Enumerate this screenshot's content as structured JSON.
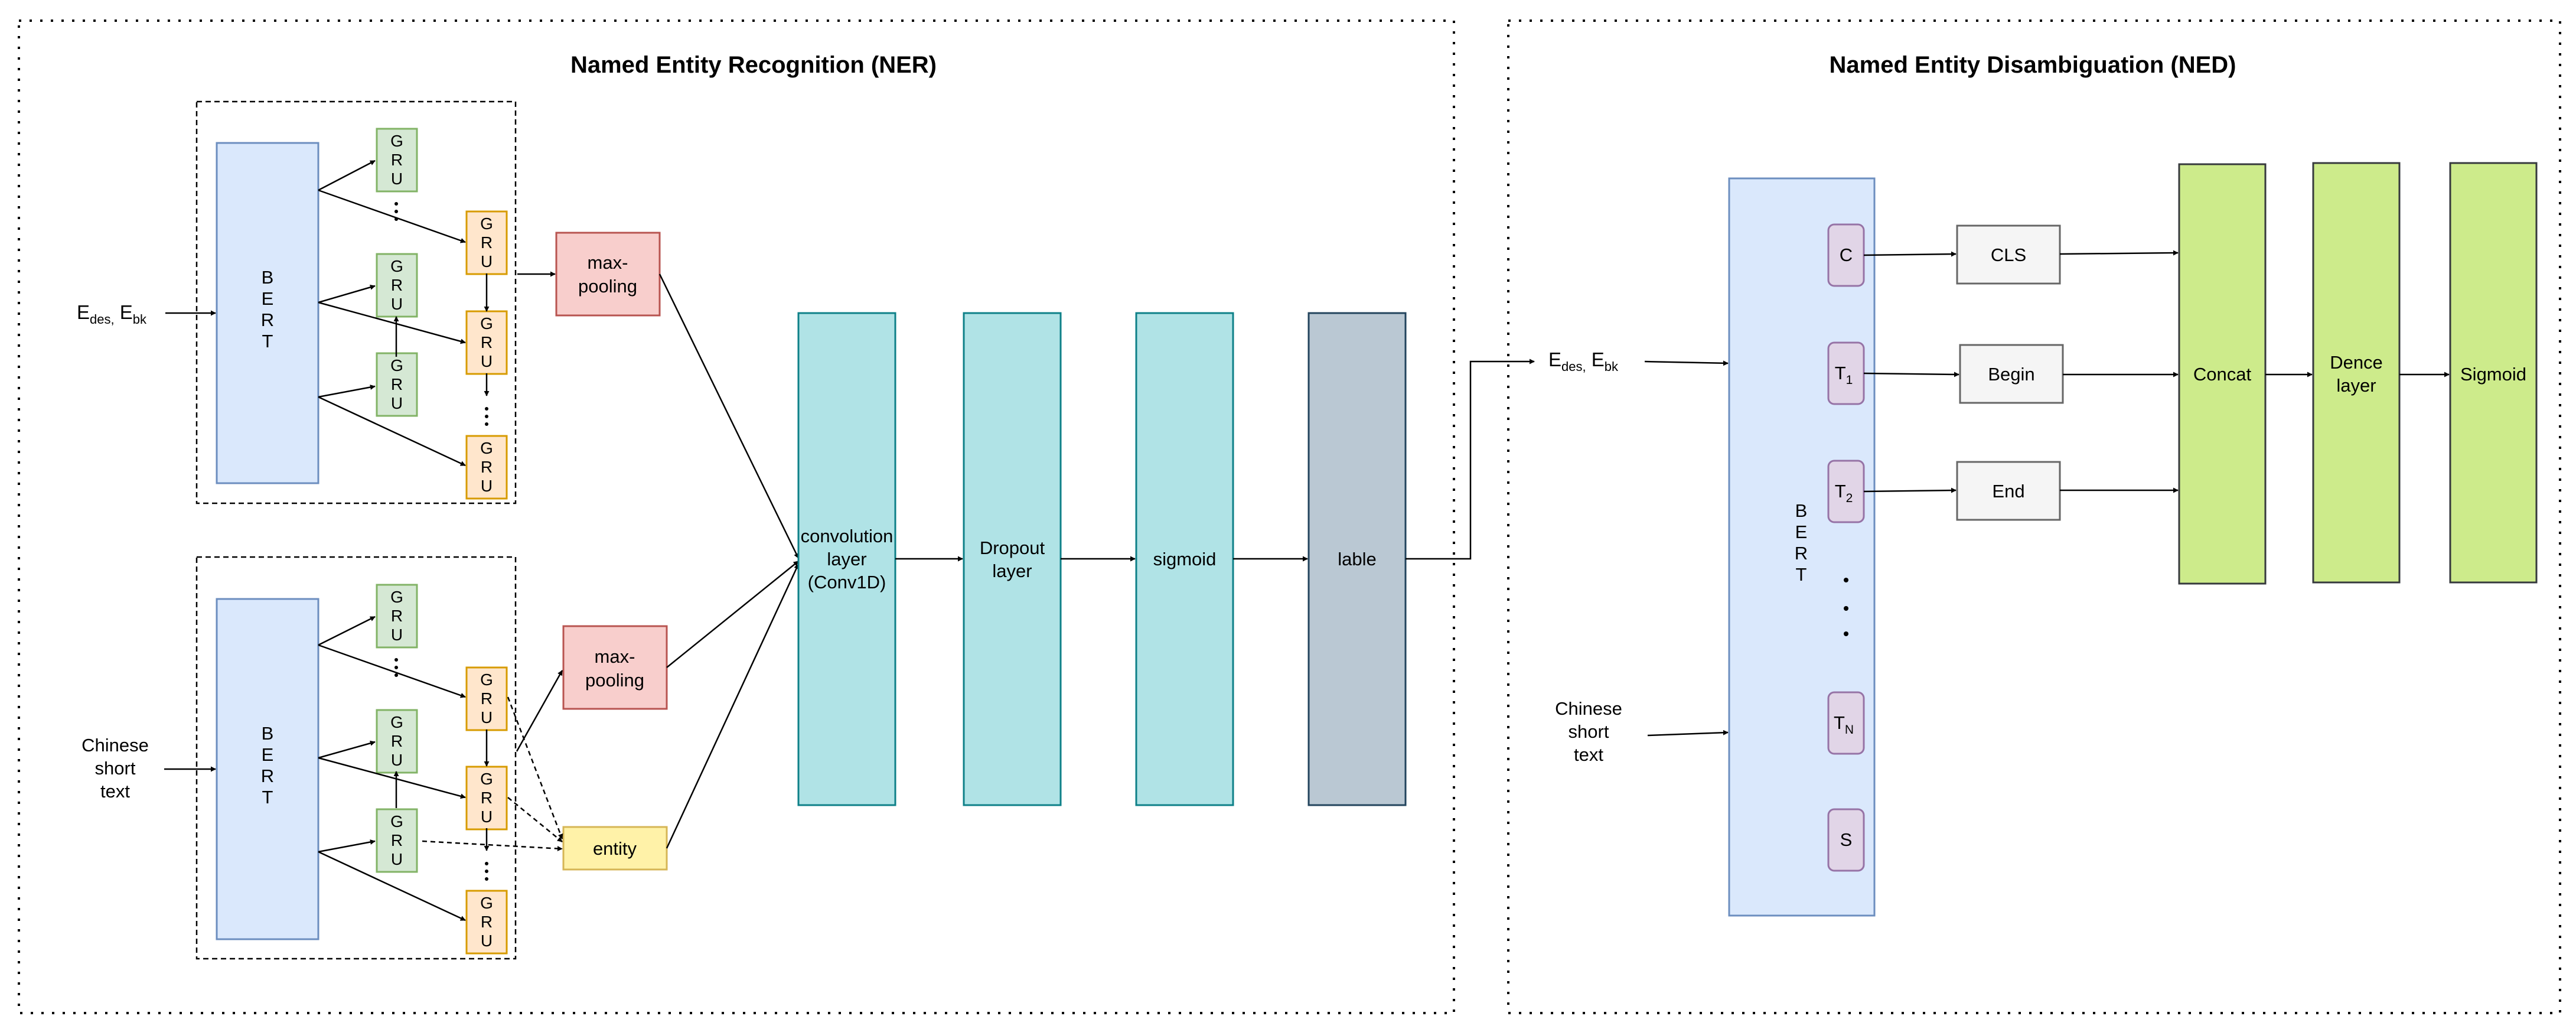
{
  "ner": {
    "title": "Named Entity Recognition (NER)",
    "top_input": {
      "main": "E",
      "sub1": "des,",
      "main2": " E",
      "sub2": "bk"
    },
    "bottom_input": [
      "Chinese",
      "short",
      "text"
    ],
    "bert_letters": [
      "B",
      "E",
      "R",
      "T"
    ],
    "gru_letters": [
      "G",
      "R",
      "U"
    ],
    "maxpool": [
      "max-",
      "pooling"
    ],
    "entity": "entity",
    "conv": [
      "convolution",
      "layer",
      "(Conv1D)"
    ],
    "dropout": [
      "Dropout",
      "layer"
    ],
    "sigmoid": "sigmoid",
    "label": "lable"
  },
  "ned": {
    "title": "Named Entity Disambiguation (NED)",
    "top_input": {
      "main": "E",
      "sub1": "des,",
      "main2": " E",
      "sub2": "bk"
    },
    "bottom_input": [
      "Chinese",
      "short",
      "text"
    ],
    "bert_letters": [
      "B",
      "E",
      "R",
      "T"
    ],
    "tokens": [
      {
        "main": "C",
        "sub": ""
      },
      {
        "main": "T",
        "sub": "1"
      },
      {
        "main": "T",
        "sub": "2"
      },
      {
        "main": "T",
        "sub": "N"
      },
      {
        "main": "S",
        "sub": ""
      }
    ],
    "cls": "CLS",
    "begin": "Begin",
    "end": "End",
    "concat": "Concat",
    "dense": [
      "Dence",
      "layer"
    ],
    "sigmoid": "Sigmoid"
  },
  "colors": {
    "bert_fill": "#dae8fc",
    "bert_stroke": "#6c8ebf",
    "gru_green_fill": "#d5e8d4",
    "gru_green_stroke": "#82b366",
    "gru_orange_fill": "#ffe6cc",
    "gru_orange_stroke": "#d79b00",
    "maxpool_fill": "#f8cecc",
    "maxpool_stroke": "#b85450",
    "entity_fill": "#fff2a8",
    "entity_stroke": "#d6b656",
    "cyan_fill": "#b0e3e6",
    "cyan_stroke": "#0e8088",
    "label_fill": "#bac8d3",
    "label_stroke": "#23445d",
    "token_fill": "#e1d5e7",
    "token_stroke": "#9673a6",
    "grey_fill": "#f5f5f5",
    "grey_stroke": "#666666",
    "lime_fill": "#cdeb8b",
    "lime_stroke": "#36393d"
  }
}
